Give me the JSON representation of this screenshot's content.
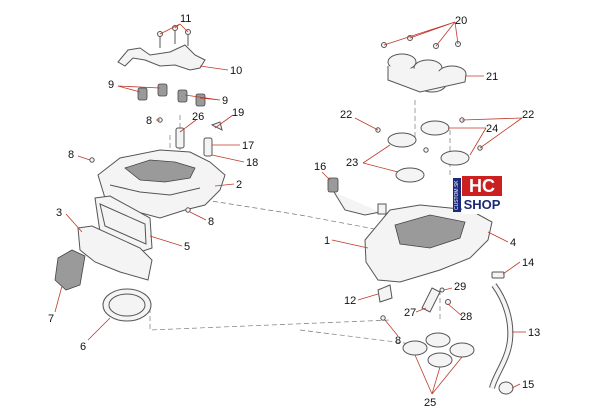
{
  "callouts": {
    "c1": "1",
    "c2": "2",
    "c3": "3",
    "c4": "4",
    "c5": "5",
    "c6": "6",
    "c7": "7",
    "c8a": "8",
    "c8b": "8",
    "c8c": "8",
    "c8d": "8",
    "c9a": "9",
    "c9b": "9",
    "c10": "10",
    "c11": "11",
    "c12": "12",
    "c13": "13",
    "c14": "14",
    "c15": "15",
    "c16": "16",
    "c17": "17",
    "c18": "18",
    "c19": "19",
    "c20": "20",
    "c21": "21",
    "c22a": "22",
    "c22b": "22",
    "c23": "23",
    "c24": "24",
    "c25": "25",
    "c26": "26",
    "c27": "27",
    "c28": "28",
    "c29": "29"
  },
  "logo": {
    "line1": "HC",
    "line2": "SHOP",
    "side": "CUSTOM.SK"
  },
  "colors": {
    "leader": "#c0392b",
    "logo_red": "#cc1f1f",
    "logo_blue": "#1a2a7a"
  }
}
